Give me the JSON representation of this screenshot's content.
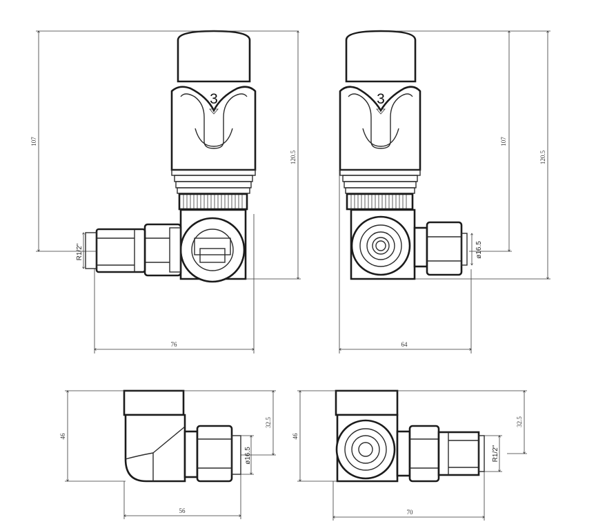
{
  "dimensions": {
    "view_front": {
      "height_107": "107",
      "height_120_5": "120.5",
      "width_76": "76",
      "thread_r12": "R1/2\""
    },
    "view_side": {
      "height_107": "107",
      "height_120_5": "120.5",
      "width_64": "64",
      "diameter_16_5": "ø16.5"
    },
    "view_bottom_left": {
      "height_46": "46",
      "height_32_5": "32.5",
      "width_56": "56",
      "diameter_16_5": "ø16.5"
    },
    "view_bottom_right": {
      "height_46": "46",
      "height_32_5": "32.5",
      "width_70": "70",
      "thread_r12": "R1/2\""
    }
  },
  "head_marking": {
    "front": "3",
    "side": "3"
  }
}
